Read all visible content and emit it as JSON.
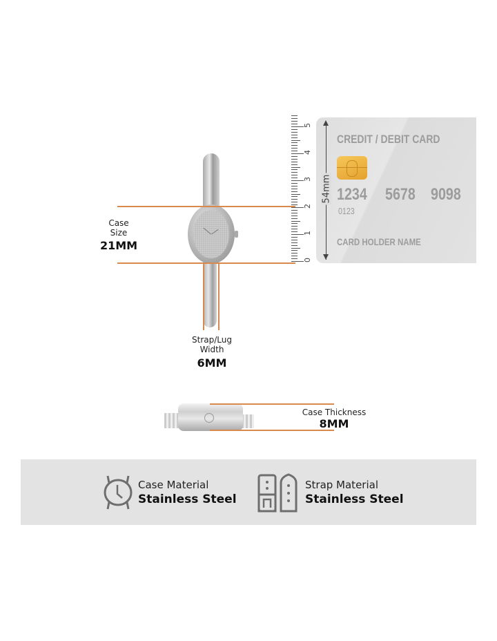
{
  "case_size": {
    "label_line1": "Case",
    "label_line2": "Size",
    "value": "21MM"
  },
  "strap_width": {
    "label_line1": "Strap/Lug",
    "label_line2": "Width",
    "value": "6MM"
  },
  "case_thickness": {
    "label": "Case Thickness",
    "value": "8MM"
  },
  "ruler": {
    "ticks": [
      "0",
      "1",
      "2",
      "3",
      "4",
      "5"
    ],
    "dimension": "54mm"
  },
  "card": {
    "title": "CREDIT / DEBIT CARD",
    "number_groups": [
      "1234",
      "5678",
      "9098"
    ],
    "small_number": "0123",
    "holder": "CARD HOLDER NAME"
  },
  "materials": [
    {
      "icon": "watch-icon",
      "label": "Case Material",
      "value": "Stainless Steel"
    },
    {
      "icon": "strap-icon",
      "label": "Strap Material",
      "value": "Stainless Steel"
    }
  ],
  "colors": {
    "accent_line": "#d88a4e",
    "band_bg": "#e3e3e3",
    "card_text": "#9c9c9c",
    "chip": "#f0b848"
  }
}
